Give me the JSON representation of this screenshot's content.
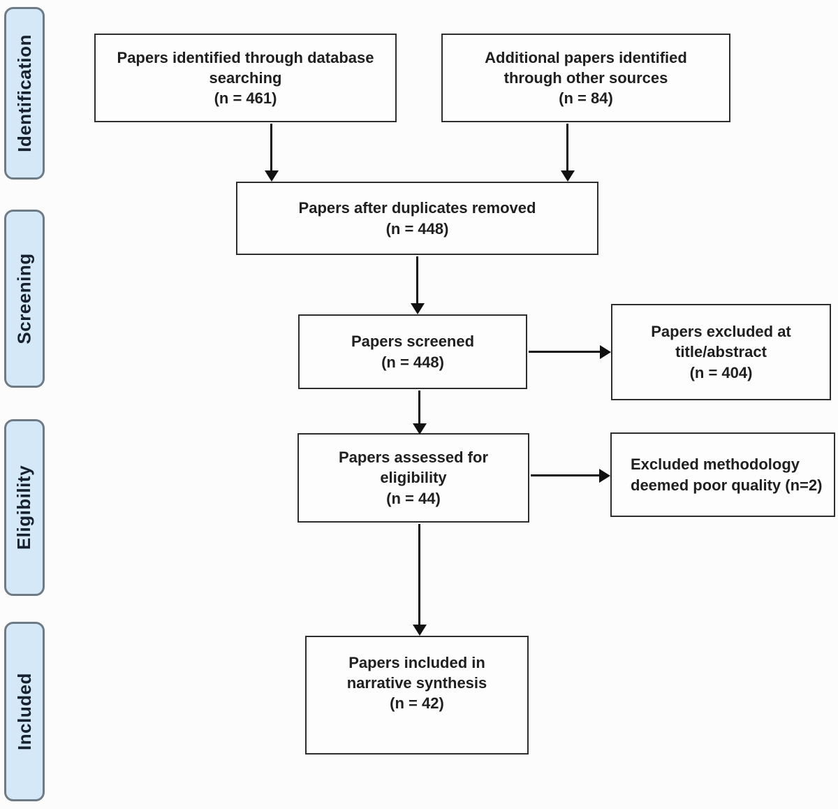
{
  "colors": {
    "background": "#fcfcfc",
    "box_border": "#2e2e2e",
    "stage_fill": "#d4e8f7",
    "stage_border": "#6e7b85",
    "text": "#1f1f1f",
    "arrow": "#111111"
  },
  "stages": [
    {
      "label": "Identification"
    },
    {
      "label": "Screening"
    },
    {
      "label": "Eligibility"
    },
    {
      "label": "Included"
    }
  ],
  "nodes": {
    "identified_db": {
      "line1": "Papers identified through database",
      "line2": "searching",
      "count": "(n = 461)"
    },
    "identified_other": {
      "line1": "Additional papers identified",
      "line2": "through other sources",
      "count": "(n = 84)"
    },
    "duplicates_removed": {
      "line1": "Papers after duplicates removed",
      "count": "(n = 448)"
    },
    "screened": {
      "line1": "Papers screened",
      "count": "(n = 448)"
    },
    "excluded_title_abstract": {
      "line1": "Papers excluded at",
      "line2": "title/abstract",
      "count": "(n = 404)"
    },
    "assessed_eligibility": {
      "line1": "Papers assessed for",
      "line2": "eligibility",
      "count": "(n = 44)"
    },
    "excluded_methodology": {
      "line1": "Excluded methodology",
      "line2": "deemed poor quality (n=2)"
    },
    "included_synthesis": {
      "line1": "Papers included in",
      "line2": "narrative synthesis",
      "count": "(n = 42)"
    }
  }
}
